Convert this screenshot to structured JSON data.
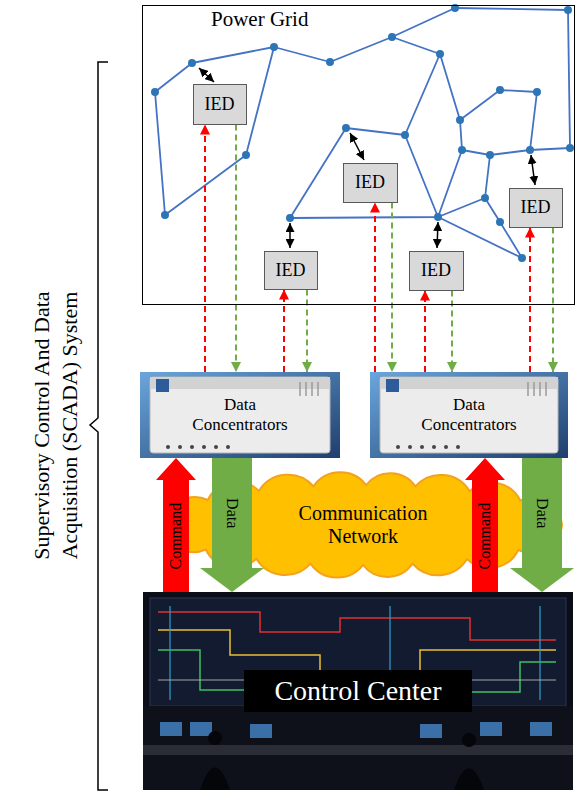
{
  "diagram": {
    "nodes": [
      {
        "text": [
          "Power Grid"
        ]
      },
      {
        "text": [
          "IED"
        ],
        "in": 0
      },
      {
        "text": [
          "IED"
        ],
        "in": 0
      },
      {
        "text": [
          "IED"
        ],
        "in": 0
      },
      {
        "text": [
          "IED"
        ],
        "in": 0
      },
      {
        "text": [
          "IED"
        ],
        "in": 0
      },
      {
        "text": [
          "Data Concentrators"
        ]
      },
      {
        "text": [
          "Data Concentrators"
        ]
      },
      {
        "text": [
          "Communication Network"
        ]
      },
      {
        "text": [
          "Control Center"
        ]
      }
    ],
    "edges": [
      {
        "from": 6,
        "to": 1,
        "arrow": "to"
      },
      {
        "from": 1,
        "to": 6,
        "arrow": "to"
      },
      {
        "from": 6,
        "to": 4,
        "arrow": "to"
      },
      {
        "from": 4,
        "to": 6,
        "arrow": "to"
      },
      {
        "from": 7,
        "to": 2,
        "arrow": "to"
      },
      {
        "from": 2,
        "to": 7,
        "arrow": "to"
      },
      {
        "from": 7,
        "to": 5,
        "arrow": "to"
      },
      {
        "from": 5,
        "to": 7,
        "arrow": "to"
      },
      {
        "from": 7,
        "to": 3,
        "arrow": "to"
      },
      {
        "from": 3,
        "to": 7,
        "arrow": "to"
      },
      {
        "from": 9,
        "to": 6,
        "label": "Command",
        "arrow": "to"
      },
      {
        "from": 6,
        "to": 9,
        "label": "Data",
        "arrow": "to"
      },
      {
        "from": 9,
        "to": 7,
        "label": "Command",
        "arrow": "to"
      },
      {
        "from": 7,
        "to": 9,
        "label": "Data",
        "arrow": "to"
      }
    ],
    "labels": [
      "Supervisory Control And Data Acquisition (SCADA) System"
    ]
  }
}
